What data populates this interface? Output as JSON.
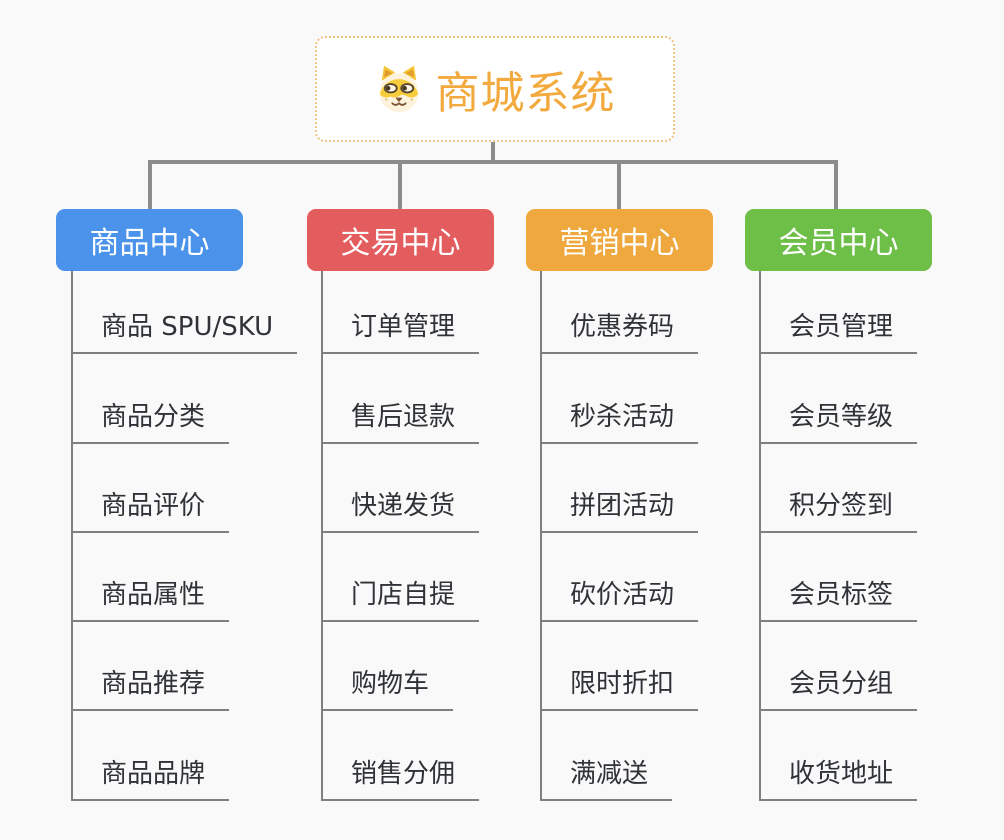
{
  "root": {
    "title": "商城系统",
    "icon": "doge-icon"
  },
  "colors": {
    "connector": "#8c8c8c",
    "root_accent": "#f2a93d",
    "root_border": "#f2c283"
  },
  "branches": [
    {
      "label": "商品中心",
      "color": "#4b93ea",
      "children": [
        "商品 SPU/SKU",
        "商品分类",
        "商品评价",
        "商品属性",
        "商品推荐",
        "商品品牌"
      ]
    },
    {
      "label": "交易中心",
      "color": "#e45d5e",
      "children": [
        "订单管理",
        "售后退款",
        "快递发货",
        "门店自提",
        "购物车",
        "销售分佣"
      ]
    },
    {
      "label": "营销中心",
      "color": "#eea83e",
      "children": [
        "优惠券码",
        "秒杀活动",
        "拼团活动",
        "砍价活动",
        "限时折扣",
        "满减送"
      ]
    },
    {
      "label": "会员中心",
      "color": "#6dbf47",
      "children": [
        "会员管理",
        "会员等级",
        "积分签到",
        "会员标签",
        "会员分组",
        "收货地址"
      ]
    }
  ]
}
